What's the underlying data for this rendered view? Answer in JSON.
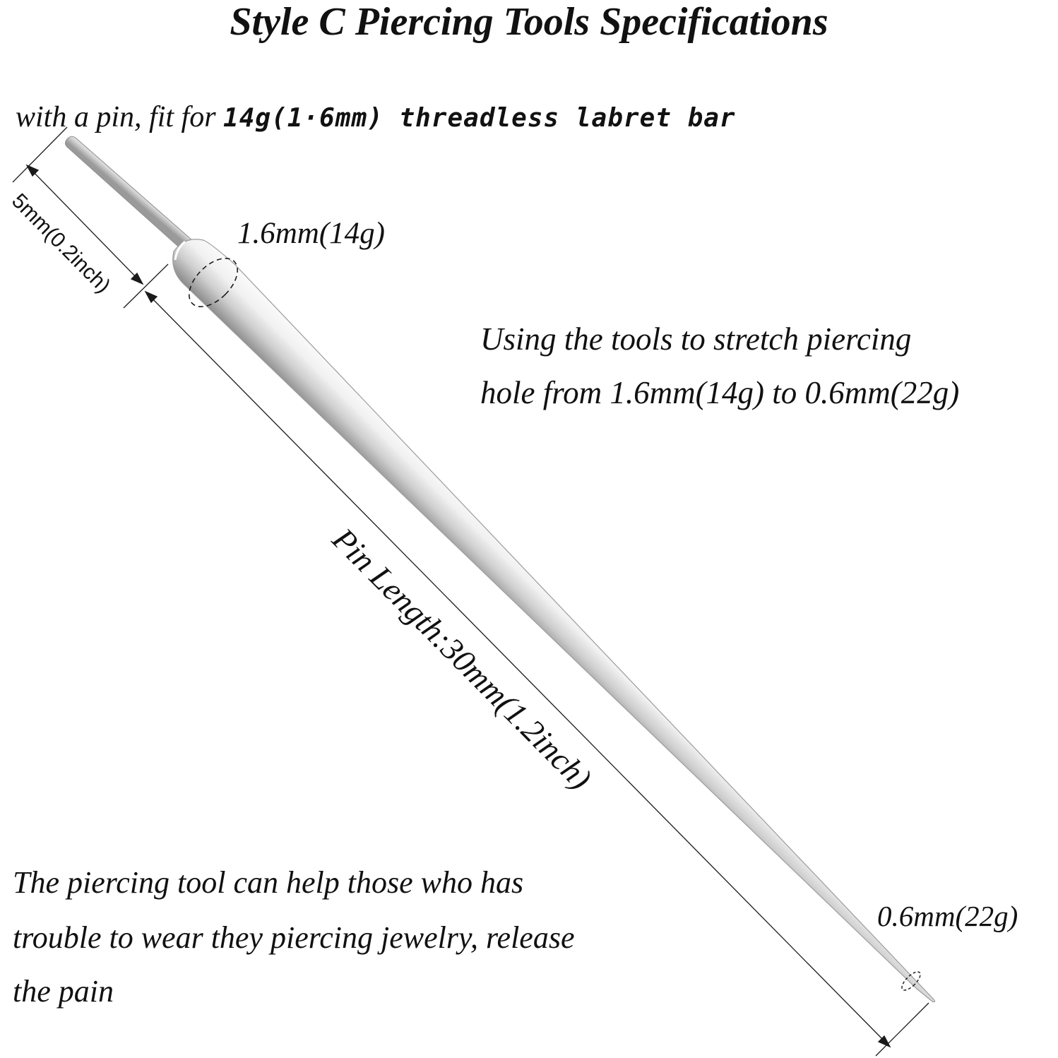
{
  "title": "Style C Piercing Tools Specifications",
  "pin_note": {
    "prefix": "with a pin, fit for ",
    "spec": "14g(1·6mm)  threadless labret bar"
  },
  "large_end_gauge": "1.6mm(14g)",
  "end_pin_length": "5mm(0.2inch)",
  "pin_length": "Pin Length:30mm(1.2inch)",
  "usage": [
    "Using the tools to stretch piercing",
    "hole from 1.6mm(14g) to 0.6mm(22g)"
  ],
  "small_end_gauge": "0.6mm(22g)",
  "help_text": [
    "The piercing tool can help those who has",
    "trouble to wear they piercing jewelry, release",
    "the pain"
  ],
  "colors": {
    "metal_light": "#f4f4f4",
    "metal_mid": "#c8c8c8",
    "metal_dark": "#8a8a8a",
    "line": "#1a1a1a"
  }
}
